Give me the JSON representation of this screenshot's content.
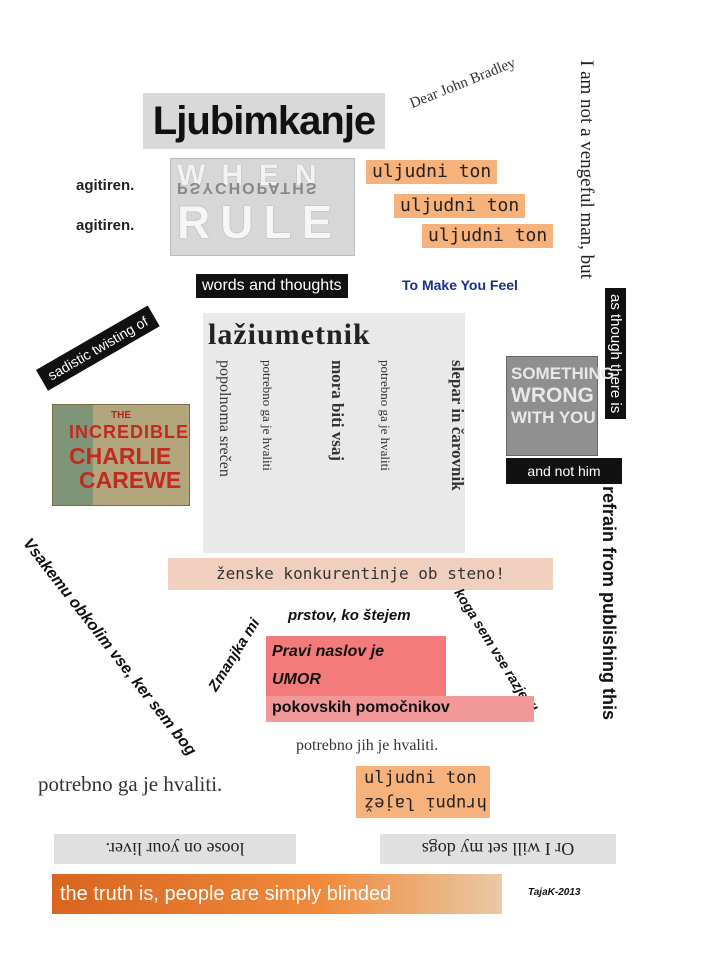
{
  "title": "Ljubimkanje",
  "dear": "Dear John Bradley",
  "agitiren": [
    "agitiren.",
    "agitiren."
  ],
  "poster": {
    "when": "WHEN",
    "psychopaths": "PSYCHOPATHS",
    "rule": "RULE"
  },
  "uljudni_top": [
    "uljudni ton",
    "uljudni ton",
    "uljudni ton"
  ],
  "vertical_right": "I am not a vengeful man, but",
  "sadistic": "sadistic twisting of",
  "words": "words and thoughts",
  "to_make": "To Make You Feel",
  "as_though": "as though there is",
  "laziumetnik": "lažiumetnik",
  "columns": [
    "popolnoma srečen",
    "potrebno ga je hvaliti",
    "mora biti vsaj",
    "potrebno ga je hvaliti",
    "slepar in čarovnik"
  ],
  "something": [
    "SOMETHING",
    "WRONG",
    "WITH YOU"
  ],
  "not_him": "and not him",
  "charlie": {
    "the": "THE",
    "incredible": "INCREDIBLE",
    "charlie": "CHARLIE",
    "carewe": "CAREWE"
  },
  "refrain": "refrain from publishing this",
  "zenske": "ženske konkurentinje ob steno!",
  "vsakemu": "Vsakemu obkolim vse, ker sem bog",
  "zmanjka": "Zmanjka mi",
  "prstov": "prstov, ko štejem",
  "koga": "koga sem vse razjezil",
  "pravi": [
    "Pravi naslov je",
    "UMOR",
    "pokovskih pomočnikov"
  ],
  "potrebno_jih": "potrebno jih je hvaliti.",
  "potrebno_ga": "potrebno ga je hvaliti.",
  "uljudni_bottom": [
    "uljudni ton",
    "hrupni lajež"
  ],
  "loose": "loose on your liver.",
  "or_i_will": "Or I will set my dogs",
  "truth": "the truth is, people are simply blinded",
  "signature": "TajaK-2013"
}
